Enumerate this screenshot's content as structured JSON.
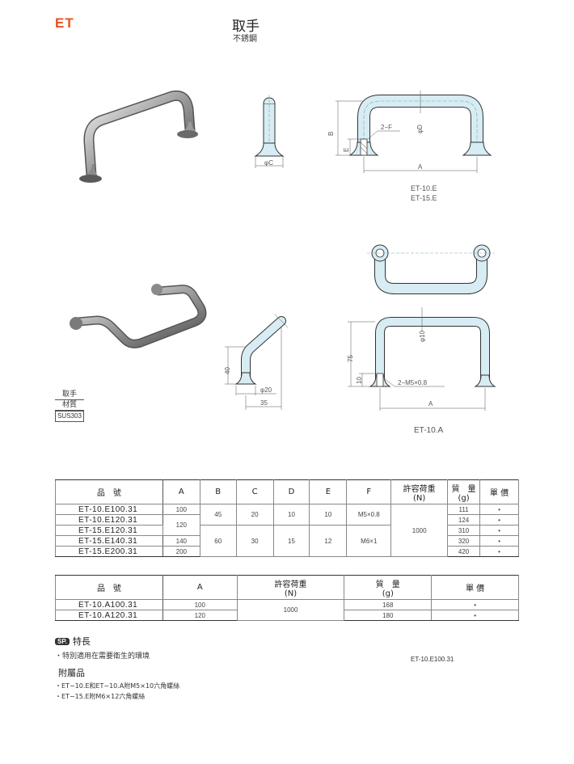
{
  "header": {
    "brand": "ET",
    "title": "取手",
    "subtitle": "不銹鋼"
  },
  "figures": {
    "e_dims": {
      "phi_c": "φC",
      "b": "B",
      "e": "E",
      "two_f": "2−F",
      "phi_d": "φD",
      "a": "A"
    },
    "e_models": [
      "ET-10.E",
      "ET-15.E"
    ],
    "a_dims": {
      "h40": "40",
      "phi20": "φ20",
      "w35": "35",
      "h75": "75",
      "h10": "10",
      "phi10": "φ10",
      "m5": "2−M5×0.8",
      "a": "A"
    },
    "a_model": "ET-10.A"
  },
  "material": {
    "label1": "取手",
    "label2": "材質",
    "value": "SUS303"
  },
  "table1": {
    "headers": [
      "品　號",
      "A",
      "B",
      "C",
      "D",
      "E",
      "F",
      "許容荷重",
      "(N)",
      "質　量",
      "(g)",
      "單 價"
    ],
    "models": [
      "ET-10.E100.31",
      "ET-10.E120.31",
      "ET-15.E120.31",
      "ET-15.E140.31",
      "ET-15.E200.31"
    ],
    "a_vals": [
      "100",
      "120",
      "140",
      "200"
    ],
    "group1": {
      "b": "45",
      "c": "20",
      "d": "10",
      "e": "10",
      "f": "M5×0.8"
    },
    "group2": {
      "b": "60",
      "c": "30",
      "d": "15",
      "e": "12",
      "f": "M6×1"
    },
    "load": "1000",
    "mass": [
      "111",
      "124",
      "310",
      "320",
      "420"
    ],
    "price": [
      "•",
      "•",
      "•",
      "•",
      "•"
    ]
  },
  "table2": {
    "headers": [
      "品　號",
      "A",
      "許容荷重",
      "(N)",
      "質　量",
      "(g)",
      "單 價"
    ],
    "models": [
      "ET-10.A100.31",
      "ET-10.A120.31"
    ],
    "a_vals": [
      "100",
      "120"
    ],
    "load": "1000",
    "mass": [
      "168",
      "180"
    ],
    "price": [
      "•",
      "•"
    ]
  },
  "features": {
    "sp_badge": "SP.",
    "title": "特長",
    "item1": "・特別適用在需要衛生的環境",
    "acc_title": "附屬品",
    "acc1": "・ET−10.E和ET−10.A附M5×10六角螺絲",
    "acc2": "・ET−15.E附M6×12六角螺絲",
    "code": "ET-10.E100.31"
  }
}
